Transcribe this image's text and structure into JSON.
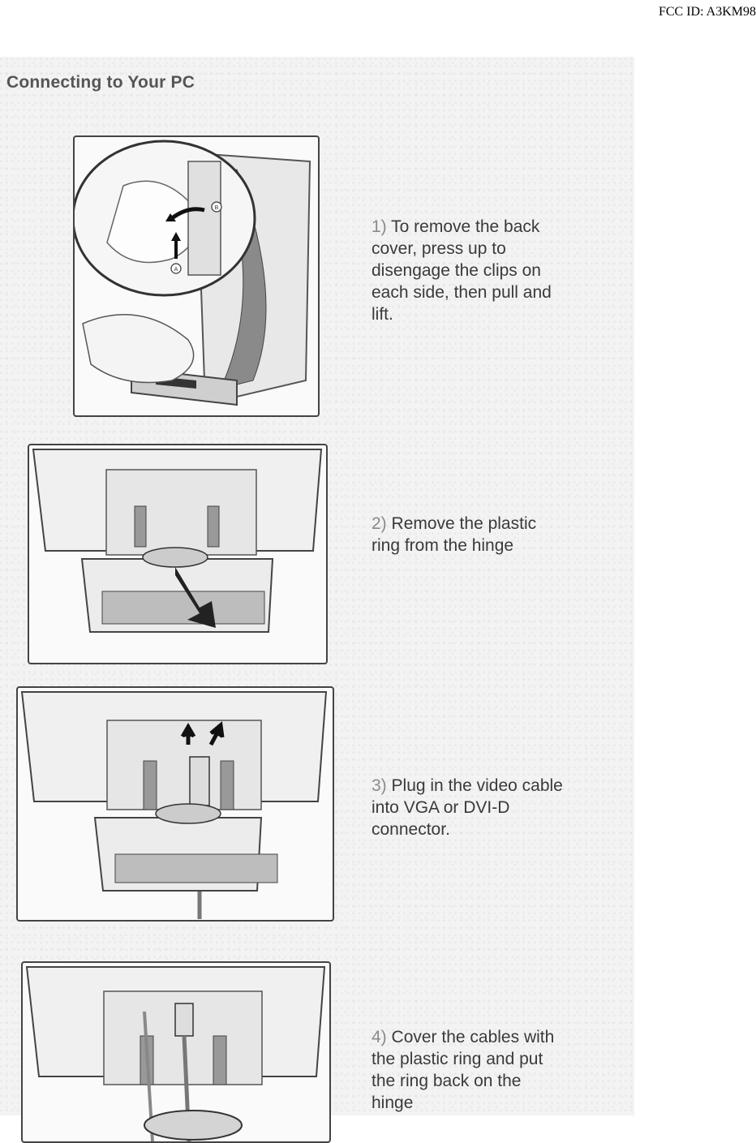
{
  "header": {
    "fcc_id": "FCC ID: A3KM98"
  },
  "section": {
    "title": "Connecting to Your PC"
  },
  "steps": [
    {
      "number": "1)",
      "text": "To remove the back cover, press up to disengage the clips on each side, then pull and lift."
    },
    {
      "number": "2)",
      "text": "Remove the plastic ring from the hinge"
    },
    {
      "number": "3)",
      "text": "Plug in the video cable into VGA or DVI-D connector."
    },
    {
      "number": "4)",
      "text": "Cover the cables with the plastic ring and put the ring back on the hinge"
    }
  ],
  "figures": {
    "step1": {
      "callouts": [
        "A",
        "B"
      ]
    }
  }
}
